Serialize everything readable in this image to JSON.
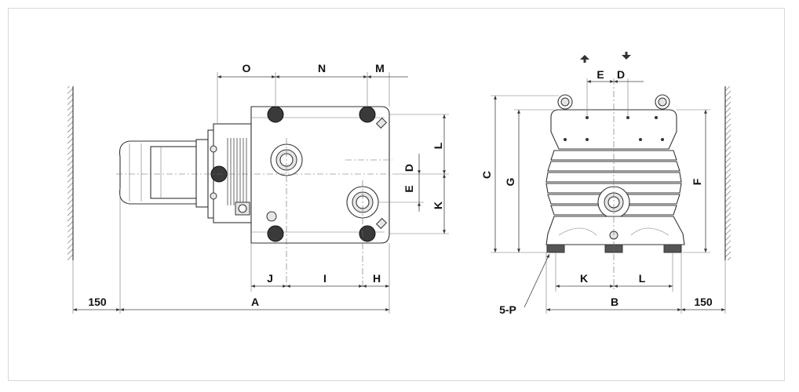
{
  "diagram": {
    "dimension_labels": {
      "O": "O",
      "N": "N",
      "M": "M",
      "L_side": "L",
      "D_side": "D",
      "E_side": "E",
      "K_side": "K",
      "J": "J",
      "I": "I",
      "H": "H",
      "clearance_left": "150",
      "A": "A",
      "E_top": "E",
      "D_top": "D",
      "C": "C",
      "G": "G",
      "F": "F",
      "K_bottom": "K",
      "L_bottom": "L",
      "P": "5-P",
      "B": "B",
      "clearance_right": "150"
    },
    "colors": {
      "line": "#333333",
      "text": "#111111",
      "feet": "#555555",
      "frame": "#d9d9d9"
    }
  }
}
